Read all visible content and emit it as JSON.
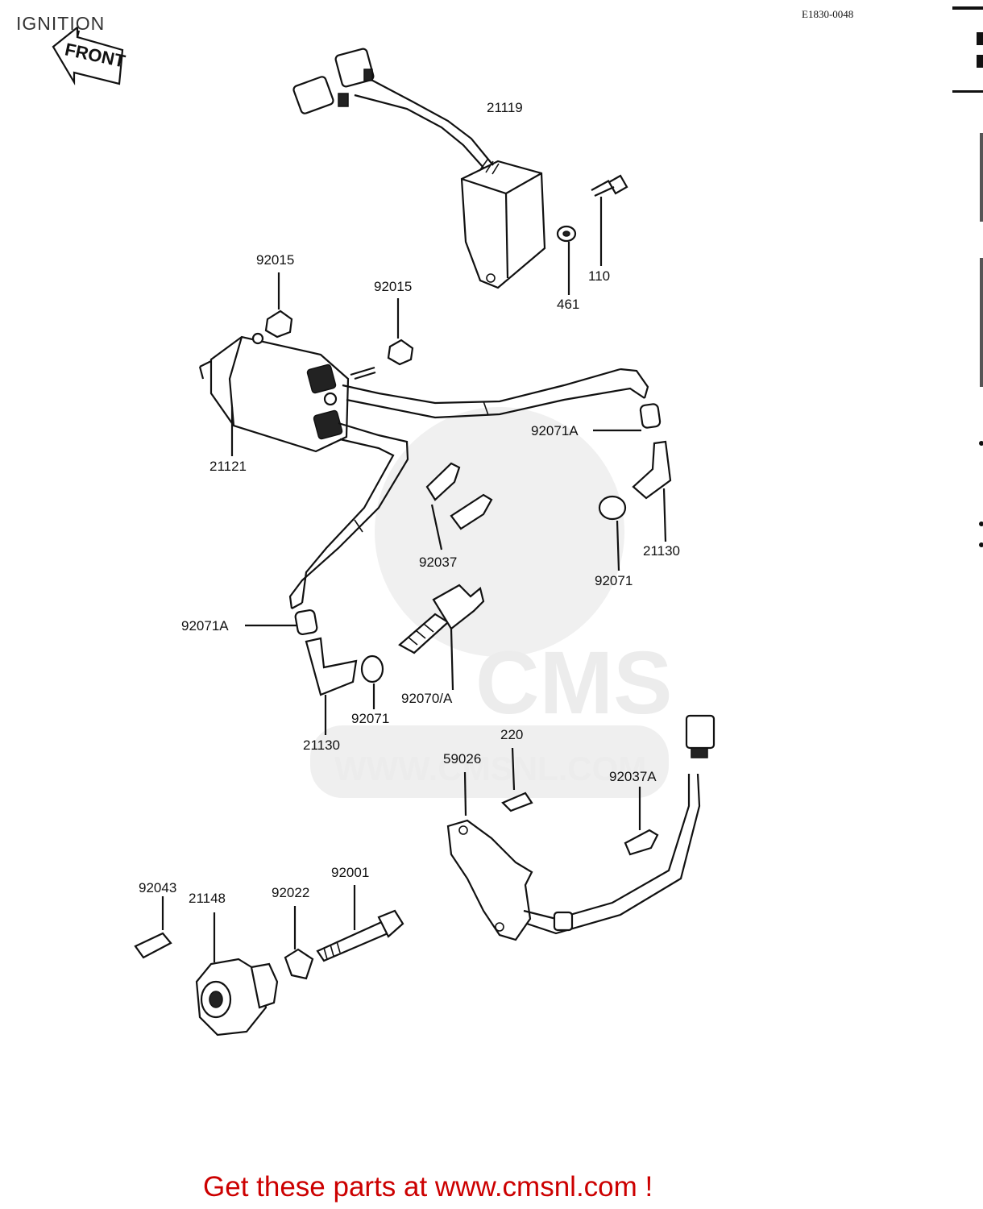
{
  "header": {
    "title": "IGNITION",
    "code": "E1830-0048"
  },
  "front_marker": {
    "text": "FRONT"
  },
  "watermark": {
    "brand": "CMS",
    "url": "WWW.CMSNL.COM"
  },
  "labels": [
    {
      "id": "21119",
      "text": "21119"
    },
    {
      "id": "110",
      "text": "110"
    },
    {
      "id": "461",
      "text": "461"
    },
    {
      "id": "92015a",
      "text": "92015"
    },
    {
      "id": "92015b",
      "text": "92015"
    },
    {
      "id": "21121",
      "text": "21121"
    },
    {
      "id": "92071Aa",
      "text": "92071A"
    },
    {
      "id": "92037",
      "text": "92037"
    },
    {
      "id": "21130a",
      "text": "21130"
    },
    {
      "id": "92071a",
      "text": "92071"
    },
    {
      "id": "92071Ab",
      "text": "92071A"
    },
    {
      "id": "92070A",
      "text": "92070/A"
    },
    {
      "id": "92071b",
      "text": "92071"
    },
    {
      "id": "21130b",
      "text": "21130"
    },
    {
      "id": "220",
      "text": "220"
    },
    {
      "id": "59026",
      "text": "59026"
    },
    {
      "id": "92037A",
      "text": "92037A"
    },
    {
      "id": "92043",
      "text": "92043"
    },
    {
      "id": "21148",
      "text": "21148"
    },
    {
      "id": "92022",
      "text": "92022"
    },
    {
      "id": "92001",
      "text": "92001"
    }
  ],
  "footer": {
    "banner": "Get these parts at www.cmsnl.com !"
  }
}
